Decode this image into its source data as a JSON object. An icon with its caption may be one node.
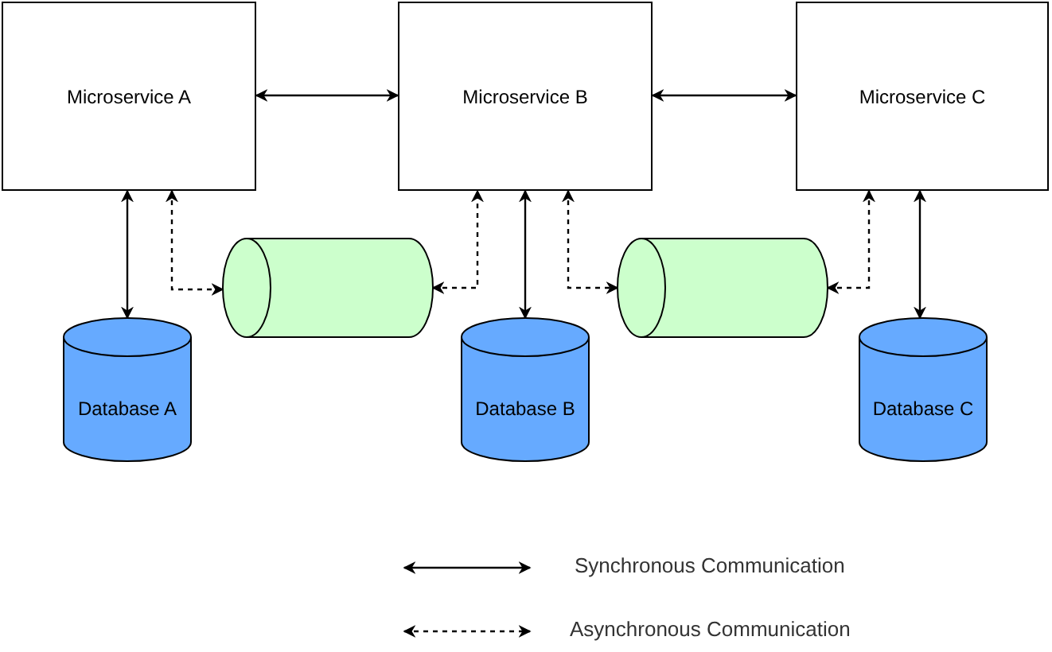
{
  "diagram": {
    "nodes": [
      {
        "text": [
          "Microservice A"
        ]
      },
      {
        "text": [
          "Microservice B"
        ]
      },
      {
        "text": [
          "Microservice C"
        ]
      },
      {
        "text": [
          "Database A"
        ]
      },
      {
        "text": [],
        "shape": "cylinder"
      },
      {
        "text": [
          "Database B"
        ]
      },
      {
        "text": [],
        "shape": "cylinder"
      },
      {
        "text": [
          "Database C"
        ]
      }
    ],
    "edges": [
      {
        "from": 0,
        "to": 1,
        "arrow": "both"
      },
      {
        "from": 1,
        "to": 2,
        "arrow": "both"
      },
      {
        "from": 0,
        "to": 3,
        "arrow": "both"
      },
      {
        "from": 0,
        "to": 4,
        "arrow": "both",
        "style": "dashed"
      },
      {
        "from": 4,
        "to": 1,
        "arrow": "both",
        "style": "dashed"
      },
      {
        "from": 1,
        "to": 5,
        "arrow": "both"
      },
      {
        "from": 1,
        "to": 6,
        "arrow": "both",
        "style": "dashed"
      },
      {
        "from": 6,
        "to": 2,
        "arrow": "both",
        "style": "dashed"
      },
      {
        "from": 2,
        "to": 7,
        "arrow": "both"
      }
    ],
    "legend": [
      {
        "text": "Synchronous Communication"
      },
      {
        "text": "Asynchronous Communication"
      }
    ]
  }
}
